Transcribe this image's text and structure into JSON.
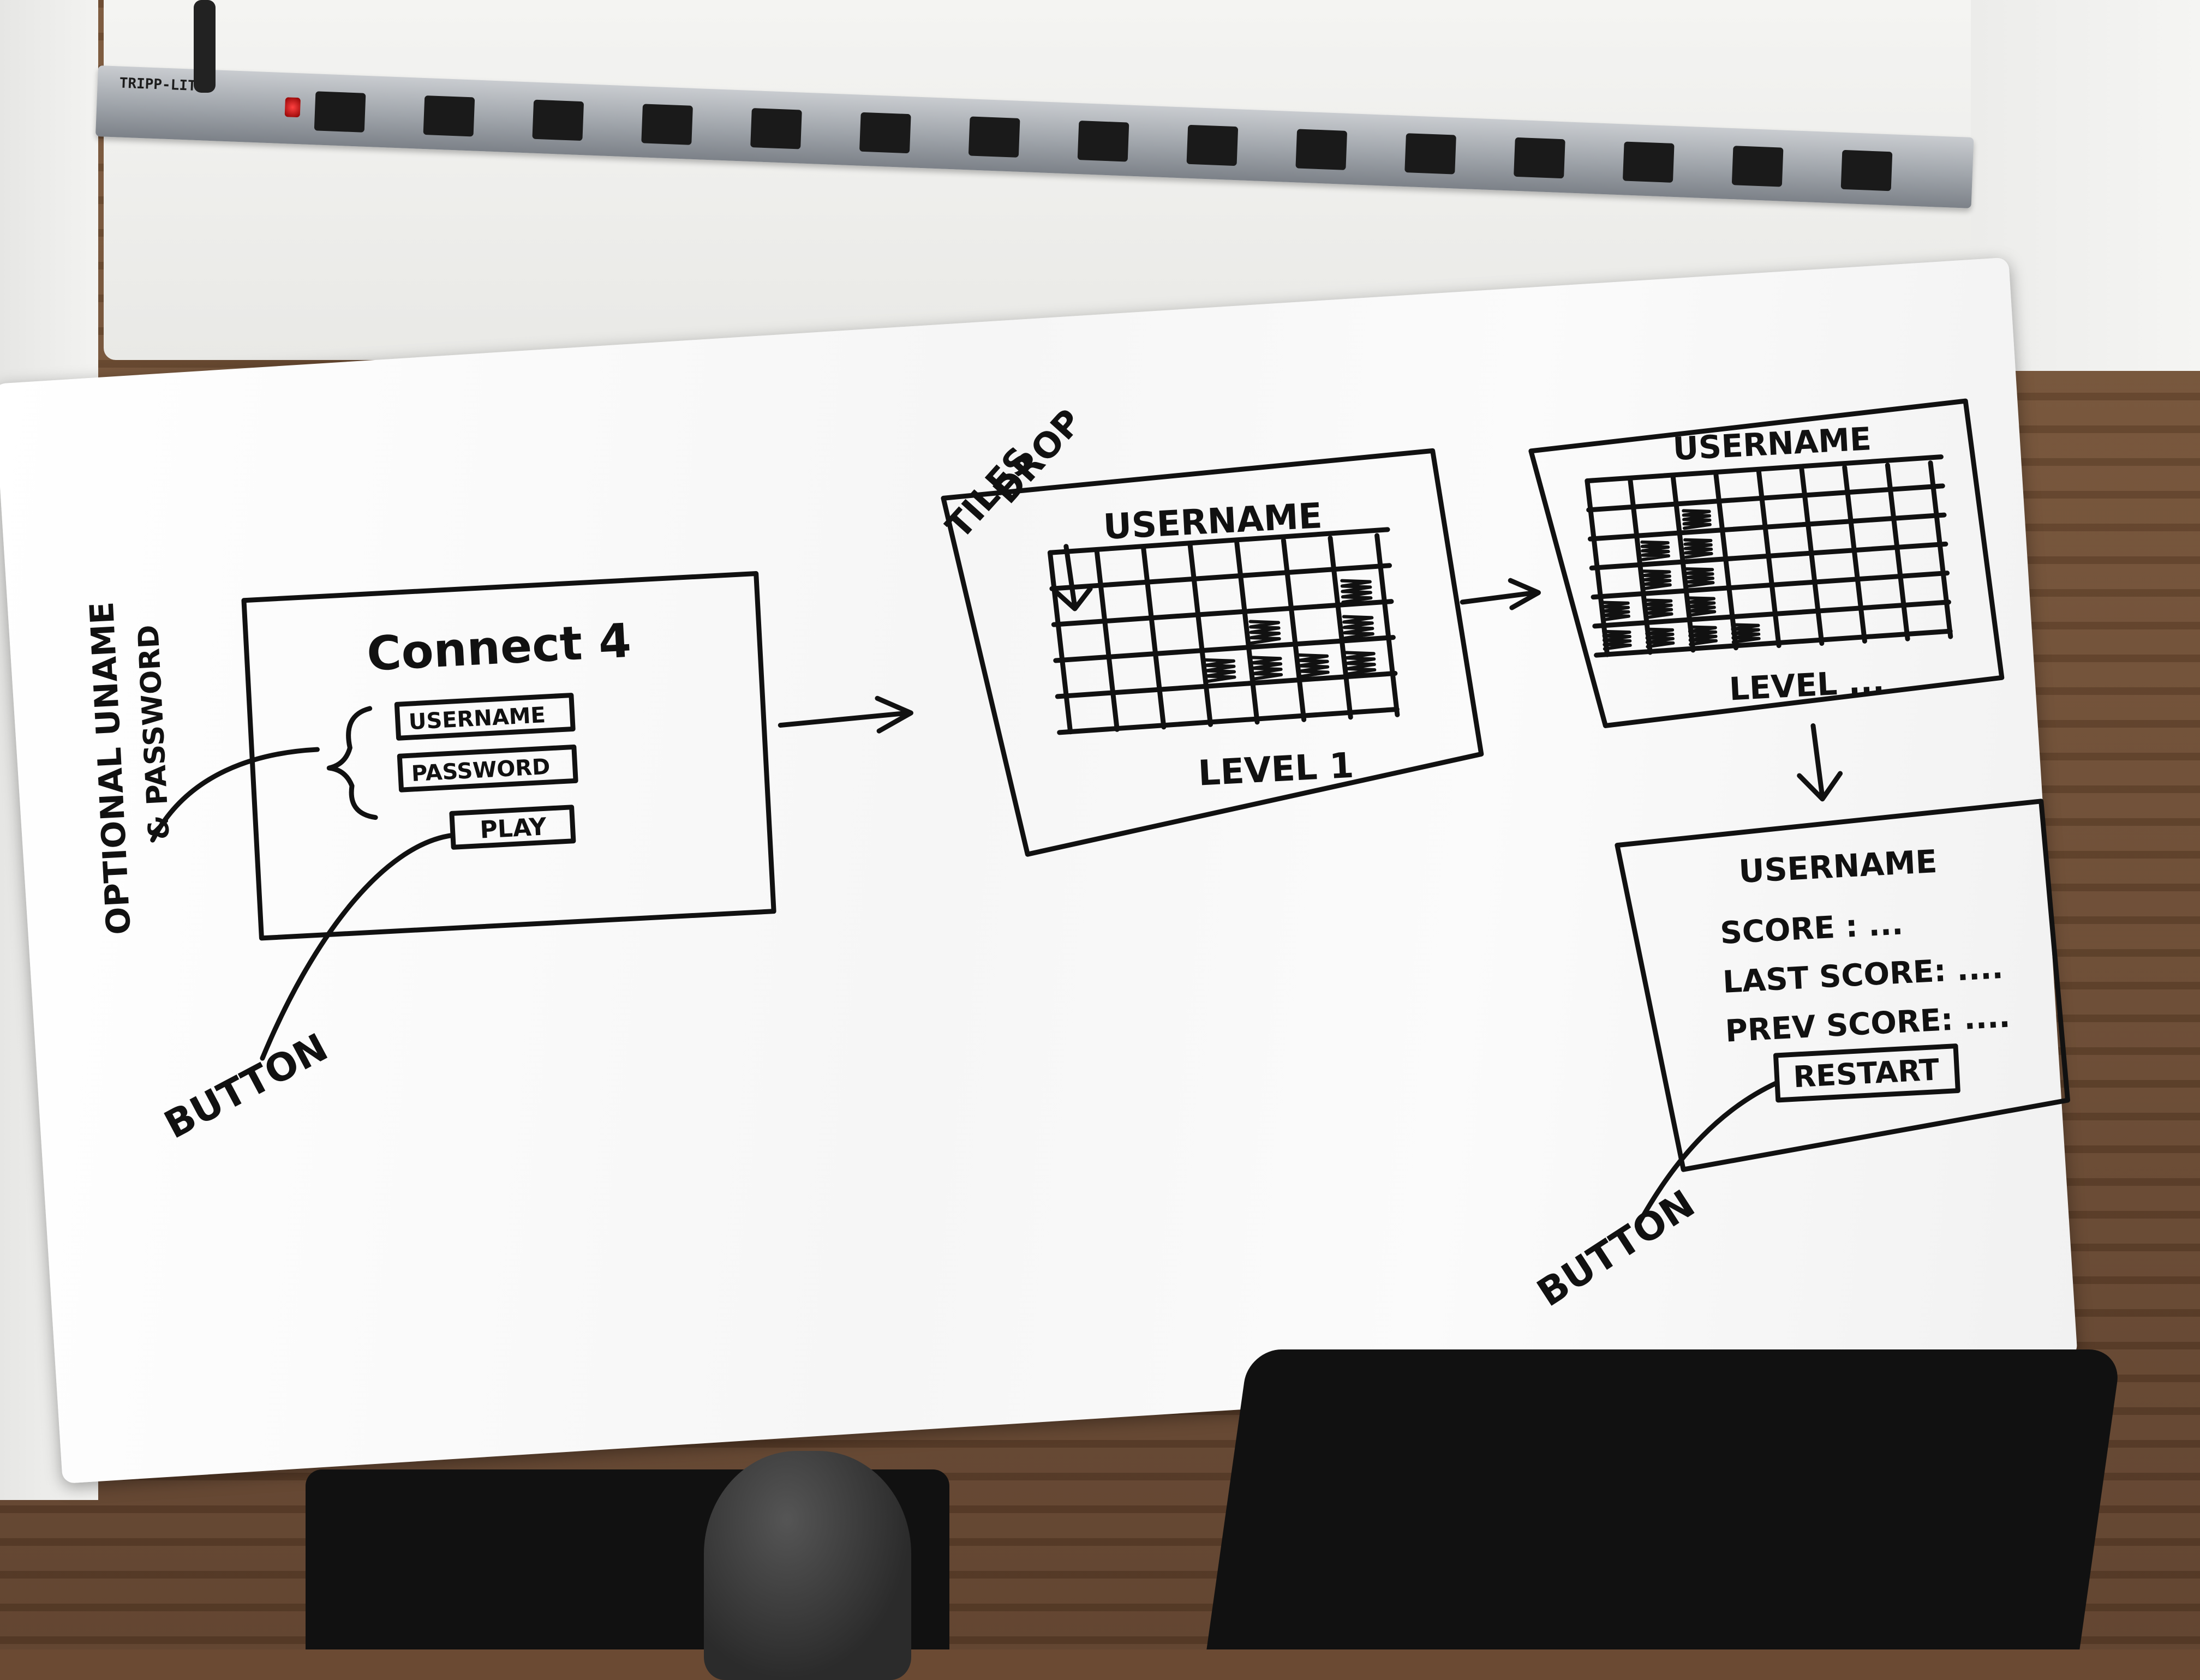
{
  "sketch": {
    "labels": {
      "optional_note_line1": "OPTIONAL UNAME",
      "optional_note_line2": "& PASSWORD",
      "button_note_left": "BUTTON",
      "button_note_right": "BUTTON",
      "tiles_drop_line1": "TILES",
      "tiles_drop_line2": "DROP"
    },
    "login_screen": {
      "title": "Connect 4",
      "username_field": "USERNAME",
      "password_field": "PASSWORD",
      "play_button": "PLAY"
    },
    "game_screen_1": {
      "header": "USERNAME",
      "footer": "LEVEL 1"
    },
    "game_screen_2": {
      "header": "USERNAME",
      "footer": "LEVEL ..."
    },
    "score_screen": {
      "header": "USERNAME",
      "score_line": "SCORE : ...",
      "last_score_line": "LAST SCORE: ....",
      "prev_score_line": "PREV SCORE: ....",
      "restart_button": "RESTART"
    }
  },
  "power_strip": {
    "brand": "TRIPP-LITE",
    "outlet_count": 15
  }
}
